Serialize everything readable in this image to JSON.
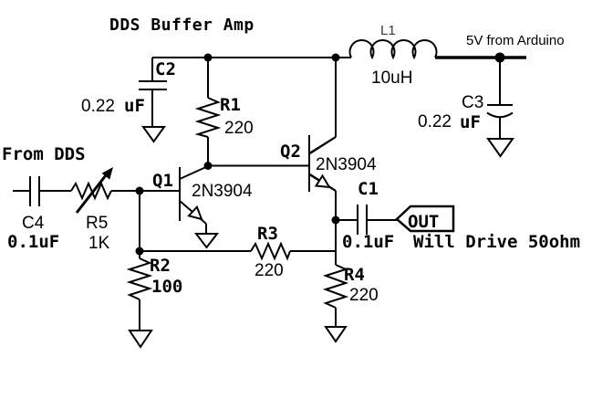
{
  "title": "DDS Buffer Amp",
  "labels": {
    "input": "From DDS",
    "supply": "5V from Arduino",
    "output_note": "Will Drive 50ohm"
  },
  "output_port": {
    "name": "OUT"
  },
  "components": {
    "c1": {
      "ref": "C1",
      "value": "0.1uF"
    },
    "c2": {
      "ref": "C2",
      "value": "0.22",
      "unit": "uF"
    },
    "c3": {
      "ref": "C3",
      "value": "0.22",
      "unit": "uF"
    },
    "c4": {
      "ref": "C4",
      "value": "0.1uF"
    },
    "r1": {
      "ref": "R1",
      "value": "220"
    },
    "r2": {
      "ref": "R2",
      "value": "100"
    },
    "r3": {
      "ref": "R3",
      "value": "220"
    },
    "r4": {
      "ref": "R4",
      "value": "220"
    },
    "r5": {
      "ref": "R5",
      "value": "1K"
    },
    "l1": {
      "ref": "L1",
      "value": "10uH"
    },
    "q1": {
      "ref": "Q1",
      "value": "2N3904"
    },
    "q2": {
      "ref": "Q2",
      "value": "2N3904"
    }
  },
  "colors": {
    "value_blue": "#2A5BA8",
    "ink": "#000000"
  }
}
